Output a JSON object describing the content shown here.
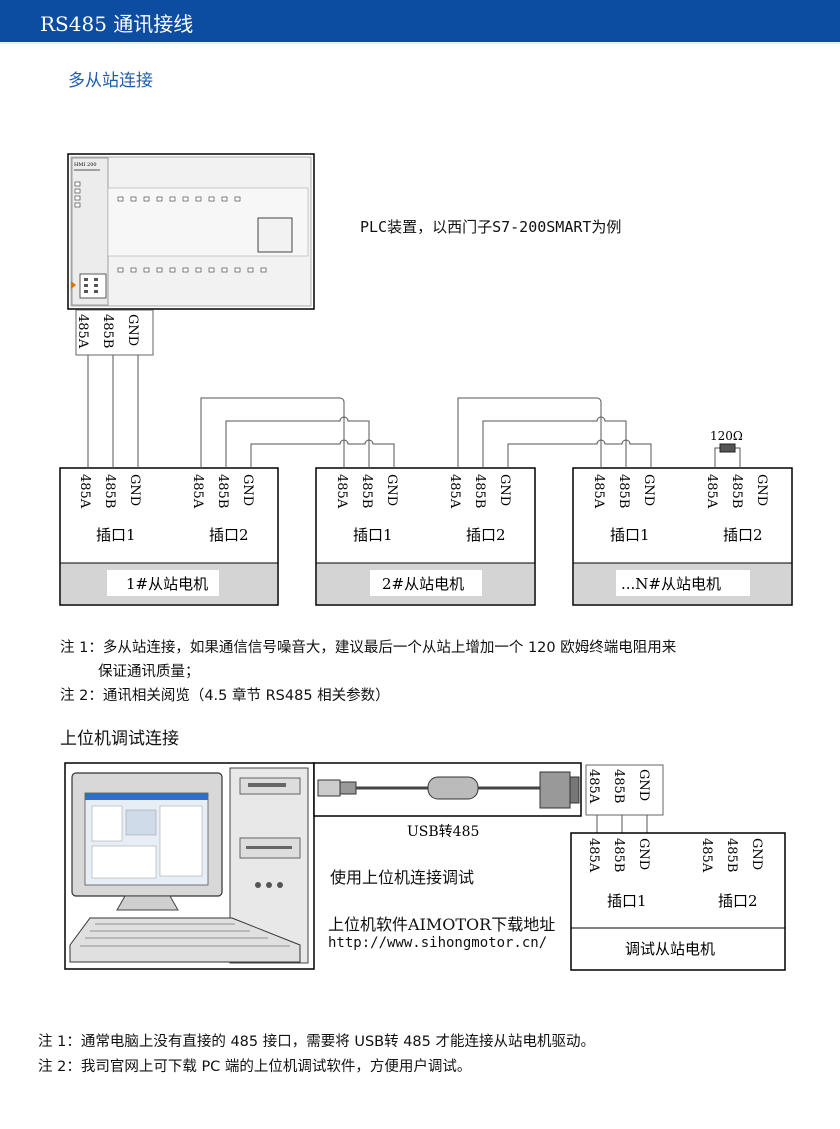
{
  "header": {
    "title": "RS485 通讯接线"
  },
  "section1": {
    "title": "多从站连接"
  },
  "plc": {
    "caption": "PLC装置，以西门子S7-200SMART为例",
    "brand": "HMI 200"
  },
  "pins": {
    "a": "485A",
    "b": "485B",
    "gnd": "GND"
  },
  "ports": {
    "port1": "插口1",
    "port2": "插口2"
  },
  "motors": {
    "m1": "1#从站电机",
    "m2": "2#从站电机",
    "mn": "...N#从站电机",
    "debug": "调试从站电机"
  },
  "resistor": {
    "label": "120Ω"
  },
  "notes1": {
    "n1a": "注 1：多从站连接，如果通信信号噪音大，建议最后一个从站上增加一个 120 欧姆终端电阻用来",
    "n1b": "保证通讯质量；",
    "n2": "注 2：通讯相关阅览（4.5 章节 RS485 相关参数）"
  },
  "section2": {
    "title": "上位机调试连接"
  },
  "usb": {
    "label": "USB转485"
  },
  "debug_text": {
    "line1": "使用上位机连接调试",
    "line2": "上位机软件AIMOTOR下载地址",
    "url": "http://www.sihongmotor.cn/"
  },
  "notes2": {
    "n1": "注 1：通常电脑上没有直接的 485 接口，需要将 USB转 485 才能连接从站电机驱动。",
    "n2": "注 2：我司官网上可下载 PC 端的上位机调试软件，方便用户调试。"
  },
  "colors": {
    "header": "#0c4da2",
    "heading": "#1f5fae",
    "panel": "#d4d4d4"
  }
}
